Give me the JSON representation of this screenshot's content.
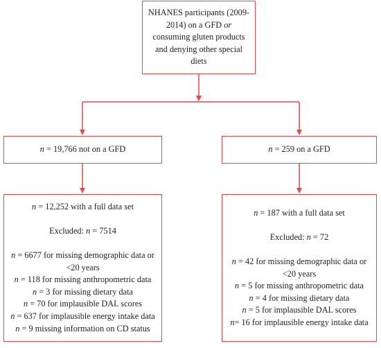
{
  "colors": {
    "stroke": "#e8454a",
    "text": "#222222"
  },
  "top_box": {
    "line1": "NHANES participants (2009-",
    "line2_pre": "2014) on a GFD ",
    "line2_em": "or",
    "line3": "consuming gluten products",
    "line4": "and denying other special",
    "line5": "diets"
  },
  "left_mid": {
    "n_label": "n",
    "text": " = 19,766 not on a GFD"
  },
  "right_mid": {
    "n_label": "n",
    "text": " = 259 on a GFD"
  },
  "left_bottom": {
    "header": {
      "n_label": "n",
      "text": " = 12,252 with a full data set"
    },
    "excluded": {
      "prefix": "Excluded: ",
      "n_label": "n",
      "text": " = 7514"
    },
    "items": [
      {
        "n_label": "n",
        "text": " = 6677 for missing demographic data or"
      },
      {
        "n_label": "",
        "text": "<20 years"
      },
      {
        "n_label": "n",
        "text": " = 118 for missing anthropometric data"
      },
      {
        "n_label": "n",
        "text": " = 3 for missing dietary data"
      },
      {
        "n_label": "n",
        "text": " = 70 for implausible DAL scores"
      },
      {
        "n_label": "n",
        "text": " = 637 for implausible energy intake data"
      },
      {
        "n_label": "n",
        "text": " = 9 missing information on CD status"
      }
    ]
  },
  "right_bottom": {
    "header": {
      "n_label": "n",
      "text": " = 187 with a full data set"
    },
    "excluded": {
      "prefix": "Excluded: ",
      "n_label": "n",
      "text": " = 72"
    },
    "items": [
      {
        "n_label": "n",
        "text": " = 42 for missing demographic data or"
      },
      {
        "n_label": "",
        "text": "<20 years"
      },
      {
        "n_label": "n",
        "text": " = 5 for missing anthropometric data"
      },
      {
        "n_label": "n",
        "text": " = 4 for missing dietary data"
      },
      {
        "n_label": "n",
        "text": " = 5 for implausible DAL scores"
      },
      {
        "n_label": "n",
        "text": "= 16 for implausible energy intake data"
      }
    ]
  }
}
